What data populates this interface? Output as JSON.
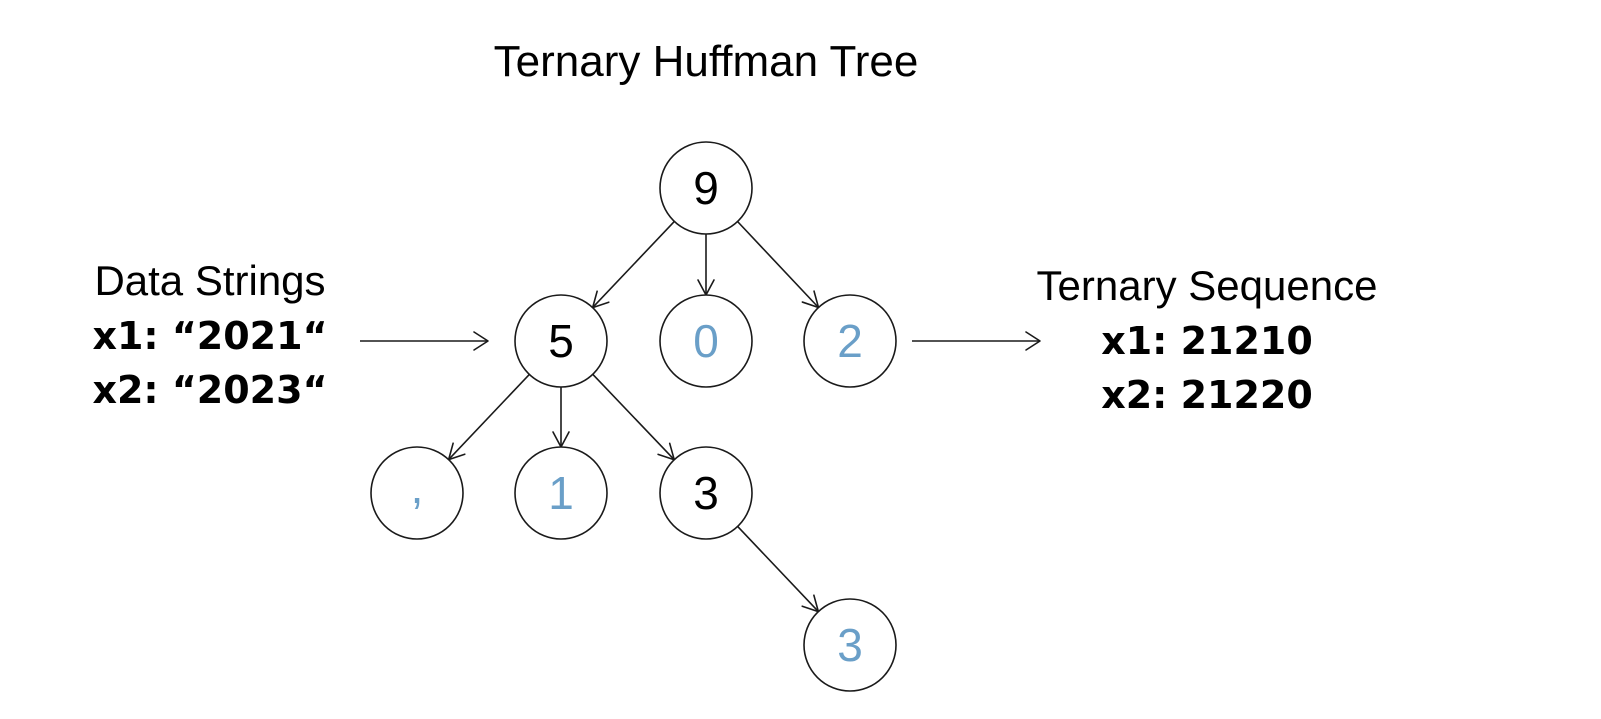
{
  "title": "Ternary Huffman Tree",
  "colors": {
    "internal": "#000000",
    "leaf": "#6a9fc8",
    "stroke": "#1a1a1a"
  },
  "input": {
    "heading": "Data Strings",
    "lines": [
      "x1: “2021“",
      "x2: “2023“"
    ]
  },
  "output": {
    "heading": "Ternary Sequence",
    "lines": [
      "x1: 21210",
      "x2: 21220"
    ]
  },
  "tree": {
    "nodes": [
      {
        "id": "root",
        "label": "9",
        "kind": "internal"
      },
      {
        "id": "n5",
        "label": "5",
        "kind": "internal"
      },
      {
        "id": "leaf0",
        "label": "0",
        "kind": "leaf"
      },
      {
        "id": "leaf2",
        "label": "2",
        "kind": "leaf"
      },
      {
        "id": "leafComma",
        "label": ",",
        "kind": "leaf"
      },
      {
        "id": "leaf1",
        "label": "1",
        "kind": "leaf"
      },
      {
        "id": "n3",
        "label": "3",
        "kind": "internal"
      },
      {
        "id": "leaf3",
        "label": "3",
        "kind": "leaf"
      }
    ],
    "edges": [
      {
        "from": "root",
        "to": "n5"
      },
      {
        "from": "root",
        "to": "leaf0"
      },
      {
        "from": "root",
        "to": "leaf2"
      },
      {
        "from": "n5",
        "to": "leafComma"
      },
      {
        "from": "n5",
        "to": "leaf1"
      },
      {
        "from": "n5",
        "to": "n3"
      },
      {
        "from": "n3",
        "to": "leaf3"
      }
    ]
  }
}
